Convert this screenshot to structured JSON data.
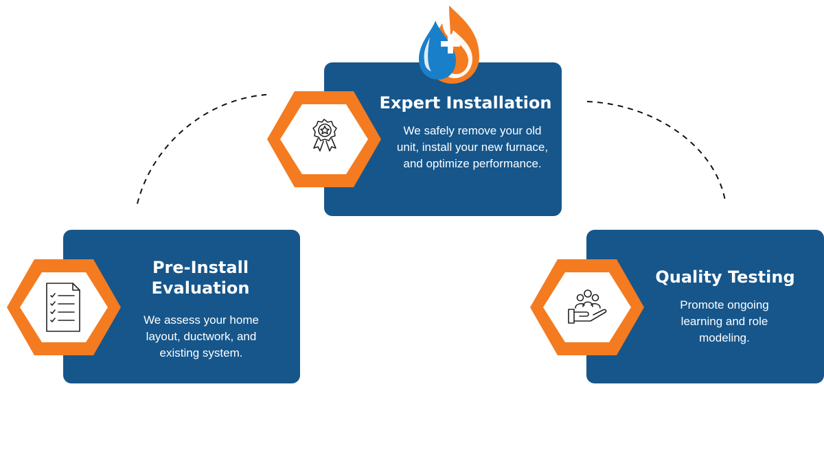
{
  "steps": [
    {
      "title": "Expert Installation",
      "description": "We safely remove your old unit, install your new furnace, and optimize performance.",
      "icon": "award-badge-icon"
    },
    {
      "title": "Pre-Install Evaluation",
      "description": "We assess your home layout, ductwork, and existing system.",
      "icon": "checklist-document-icon"
    },
    {
      "title": "Quality Testing",
      "description": "Promote ongoing learning and role modeling.",
      "icon": "hand-with-people-icon"
    }
  ],
  "colors": {
    "card_background": "#16568b",
    "hexagon_orange": "#f47b20",
    "hexagon_inner": "#ffffff",
    "logo_blue": "#1a7fc9",
    "logo_orange": "#f47b20",
    "dashed_line": "#111111"
  },
  "logo": {
    "icon": "flame-droplet-plus-logo"
  }
}
